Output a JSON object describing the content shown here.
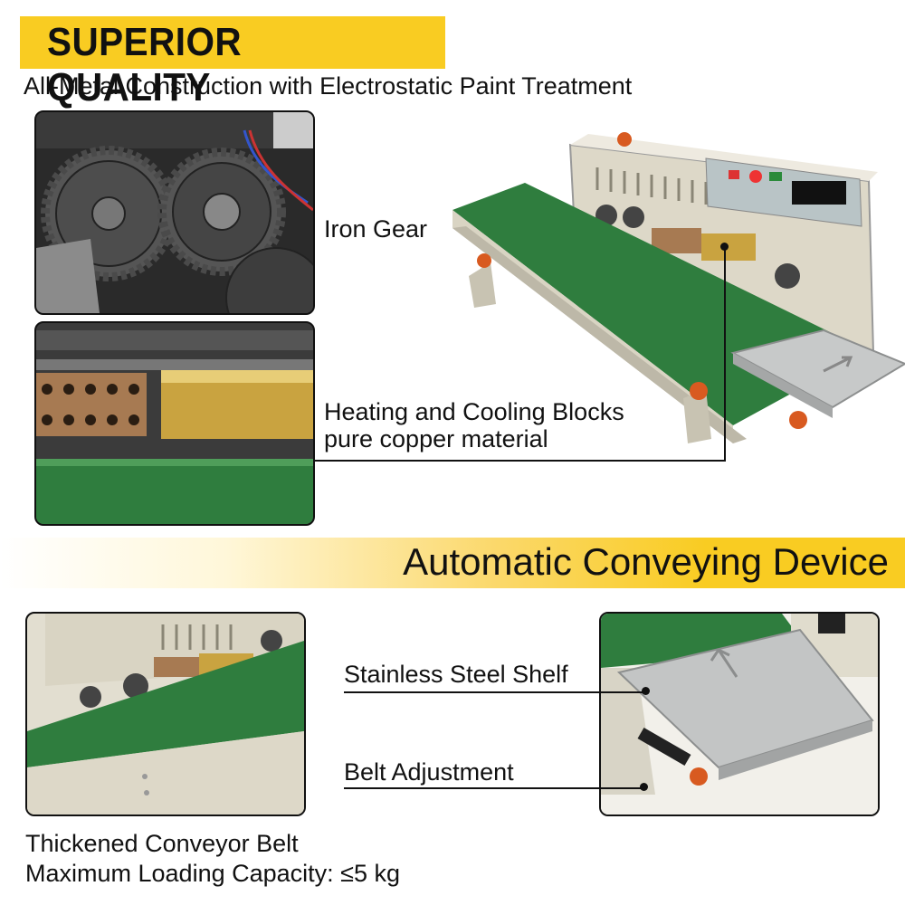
{
  "header": {
    "title": "SUPERIOR QUALITY",
    "subtitle": "All-Metal Construction with Electrostatic Paint Treatment"
  },
  "callouts": {
    "iron_gear": "Iron Gear",
    "heating_line1": "Heating and Cooling Blocks",
    "heating_line2": "pure copper material",
    "shelf": "Stainless Steel Shelf",
    "belt_adjustment": "Belt Adjustment"
  },
  "section2": {
    "title": "Automatic Conveying Device"
  },
  "footer": {
    "line1": "Thickened Conveyor Belt",
    "line2": "Maximum Loading Capacity: ≤5 kg"
  },
  "colors": {
    "banner_yellow": "#f9cc22",
    "belt_green": "#2f7d3e",
    "machine_beige": "#ddd8c8"
  }
}
